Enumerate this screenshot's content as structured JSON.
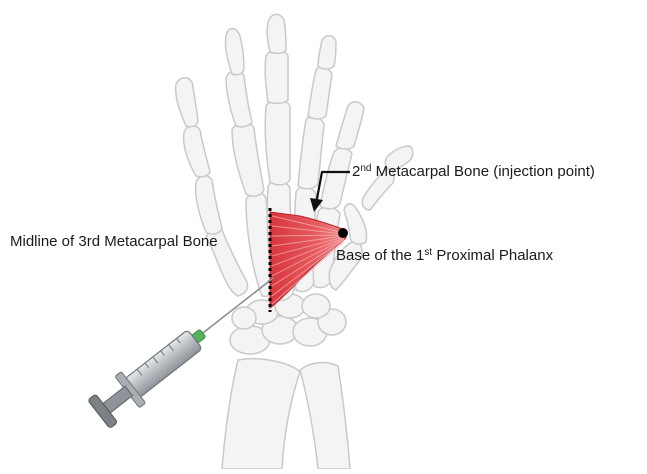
{
  "labels": {
    "midline": "Midline of 3rd Metacarpal Bone",
    "injection": {
      "prefix": "2",
      "sup": "nd",
      "text": " Metacarpal Bone (injection point)"
    },
    "base": {
      "prefix": "Base of the 1",
      "sup": "st",
      "text": " Proximal Phalanx"
    }
  },
  "colors": {
    "bone_fill": "#f4f4f4",
    "bone_stroke": "#c9c9c9",
    "muscle": "#e0474c",
    "muscle_dark": "#b8242c",
    "marker": "#000000",
    "syringe_barrel": "#bfc4c8",
    "syringe_plunger": "#7c8186",
    "needle_hub": "#57b35a"
  },
  "icons": {
    "syringe": "syringe-icon",
    "pointer_arrow": "arrow-down-icon"
  }
}
